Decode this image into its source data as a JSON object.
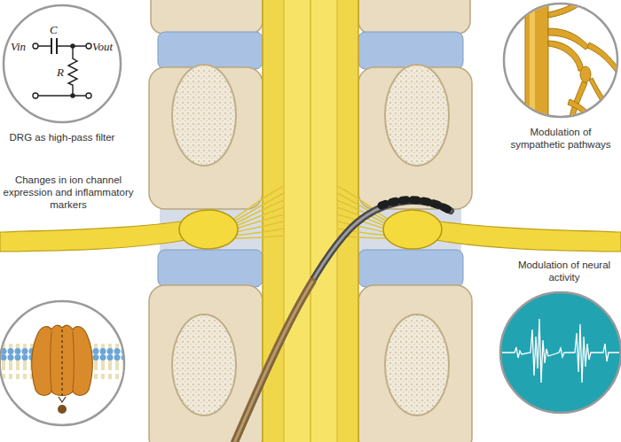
{
  "diagram": {
    "labels": [
      "Vin",
      "C",
      "Vout",
      "R",
      "DRG as high-pass filter",
      "Modulation of sympathetic pathways",
      "Changes in ion channel expression and inflammatory markers",
      "Modulation of neural activity"
    ]
  }
}
